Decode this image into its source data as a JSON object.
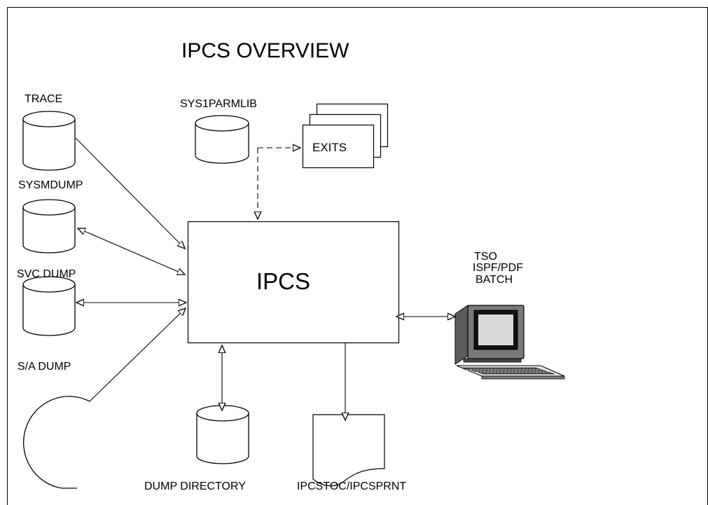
{
  "title": "IPCS OVERVIEW",
  "center": "IPCS",
  "sources": {
    "trace": "TRACE",
    "sysmdump": "SYSMDUMP",
    "svc_dump": "SVC DUMP",
    "sa_dump": "S/A DUMP"
  },
  "parmlib": "SYS1PARMLIB",
  "exits": "EXITS",
  "terminal": [
    "TSO",
    "ISPF/PDF",
    "BATCH"
  ],
  "dump_directory": "DUMP DIRECTORY",
  "print_output": "IPCSTOC/IPCSPRNT"
}
